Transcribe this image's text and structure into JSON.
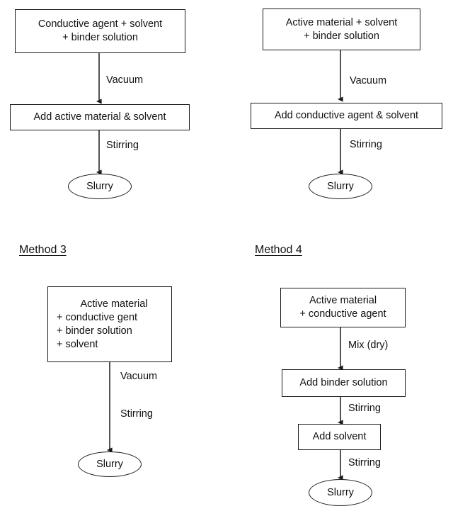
{
  "figure": {
    "title": "Slurry preparation methods flowchart",
    "stroke_color": "#1a1a1a",
    "background_color": "#ffffff"
  },
  "methods": [
    {
      "id": "method-1",
      "heading": "",
      "nodes": [
        {
          "id": "m1-start",
          "shape": "box",
          "lines": [
            "Conductive agent + solvent",
            "+ binder solution"
          ]
        },
        {
          "id": "m1-step",
          "shape": "box",
          "lines": [
            "Add active material & solvent"
          ]
        },
        {
          "id": "m1-end",
          "shape": "ellipse",
          "lines": [
            "Slurry"
          ]
        }
      ],
      "edges": [
        {
          "from": "m1-start",
          "to": "m1-step",
          "label": "Vacuum"
        },
        {
          "from": "m1-step",
          "to": "m1-end",
          "label": "Stirring"
        }
      ]
    },
    {
      "id": "method-2",
      "heading": "",
      "nodes": [
        {
          "id": "m2-start",
          "shape": "box",
          "lines": [
            "Active material + solvent",
            "+ binder solution"
          ]
        },
        {
          "id": "m2-step",
          "shape": "box",
          "lines": [
            "Add conductive agent & solvent"
          ]
        },
        {
          "id": "m2-end",
          "shape": "ellipse",
          "lines": [
            "Slurry"
          ]
        }
      ],
      "edges": [
        {
          "from": "m2-start",
          "to": "m2-step",
          "label": "Vacuum"
        },
        {
          "from": "m2-step",
          "to": "m2-end",
          "label": "Stirring"
        }
      ]
    },
    {
      "id": "method-3",
      "heading": "Method 3",
      "nodes": [
        {
          "id": "m3-start",
          "shape": "box",
          "lines": [
            "Active material",
            "+ conductive gent",
            "+ binder solution",
            "+ solvent"
          ]
        },
        {
          "id": "m3-end",
          "shape": "ellipse",
          "lines": [
            "Slurry"
          ]
        }
      ],
      "edges": [
        {
          "from": "m3-start",
          "to": "m3-end",
          "label": "Vacuum"
        },
        {
          "from": "m3-start",
          "to": "m3-end",
          "label": "Stirring"
        }
      ]
    },
    {
      "id": "method-4",
      "heading": "Method 4",
      "nodes": [
        {
          "id": "m4-start",
          "shape": "box",
          "lines": [
            "Active material",
            "+ conductive agent"
          ]
        },
        {
          "id": "m4-step1",
          "shape": "box",
          "lines": [
            "Add binder solution"
          ]
        },
        {
          "id": "m4-step2",
          "shape": "box",
          "lines": [
            "Add solvent"
          ]
        },
        {
          "id": "m4-end",
          "shape": "ellipse",
          "lines": [
            "Slurry"
          ]
        }
      ],
      "edges": [
        {
          "from": "m4-start",
          "to": "m4-step1",
          "label": "Mix (dry)"
        },
        {
          "from": "m4-step1",
          "to": "m4-step2",
          "label": "Stirring"
        },
        {
          "from": "m4-step2",
          "to": "m4-end",
          "label": "Stirring"
        }
      ]
    }
  ],
  "text": {
    "m1_start_line1": "Conductive agent + solvent",
    "m1_start_line2": "+ binder solution",
    "m1_step": "Add active material & solvent",
    "m1_end": "Slurry",
    "m1_edge1": "Vacuum",
    "m1_edge2": "Stirring",
    "m2_start_line1": "Active material + solvent",
    "m2_start_line2": "+ binder solution",
    "m2_step": "Add conductive agent & solvent",
    "m2_end": "Slurry",
    "m2_edge1": "Vacuum",
    "m2_edge2": "Stirring",
    "m3_heading": "Method 3",
    "m3_start_line1": "Active material",
    "m3_start_line2": "+ conductive gent",
    "m3_start_line3": "+ binder solution",
    "m3_start_line4": "+ solvent",
    "m3_end": "Slurry",
    "m3_edge1": "Vacuum",
    "m3_edge2": "Stirring",
    "m4_heading": "Method 4",
    "m4_start_line1": "Active material",
    "m4_start_line2": "+ conductive agent",
    "m4_step1": "Add binder solution",
    "m4_step2": "Add solvent",
    "m4_end": "Slurry",
    "m4_edge1": "Mix (dry)",
    "m4_edge2": "Stirring",
    "m4_edge3": "Stirring"
  }
}
